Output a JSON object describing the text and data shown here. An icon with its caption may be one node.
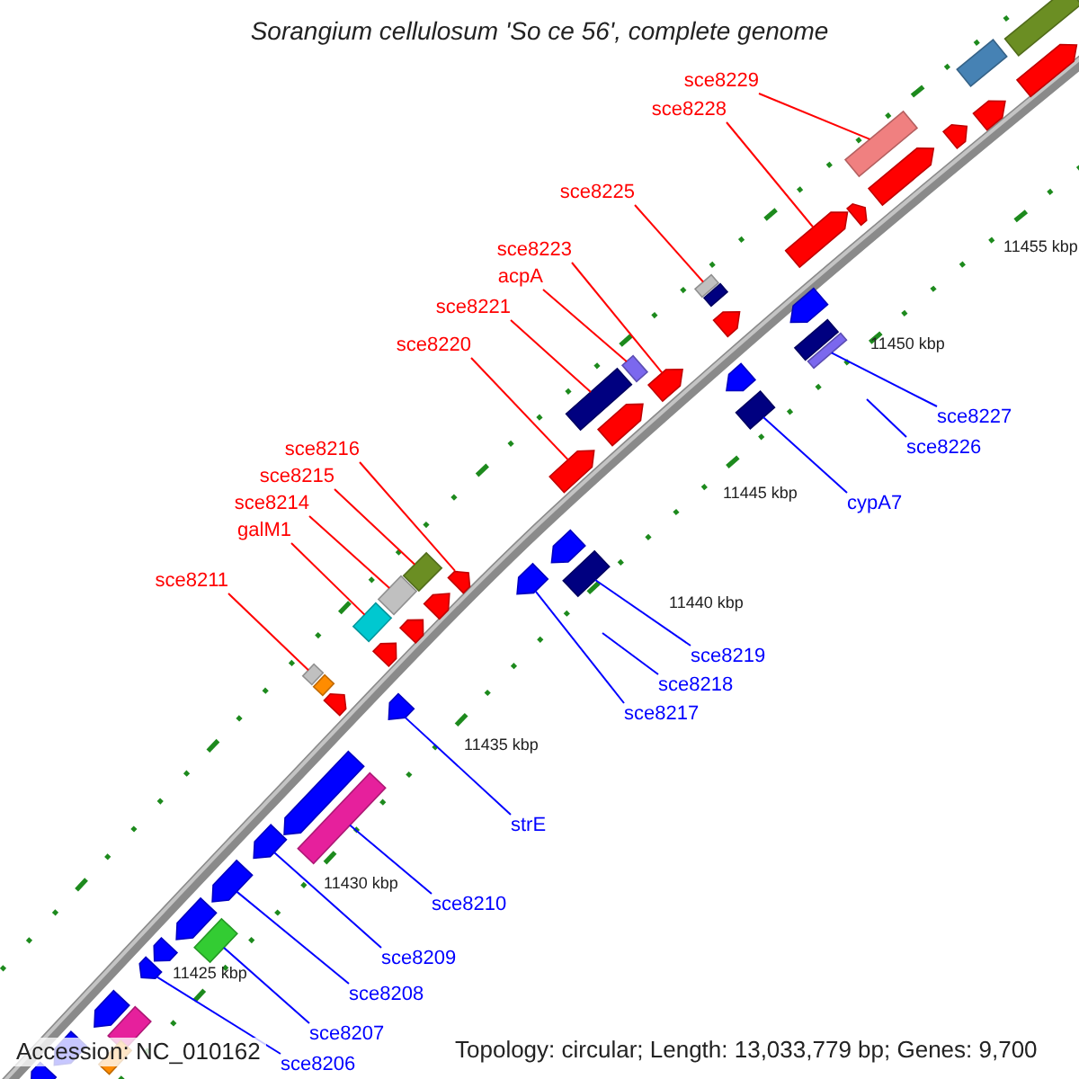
{
  "diagram": {
    "title": "Sorangium cellulosum 'So ce 56', complete genome",
    "nodes": [
      {
        "text": [
          "sce8229"
        ]
      },
      {
        "text": [
          "sce8228"
        ]
      },
      {
        "text": [
          "sce8225"
        ]
      },
      {
        "text": [
          "sce8223"
        ]
      },
      {
        "text": [
          "acpA"
        ]
      },
      {
        "text": [
          "sce8221"
        ]
      },
      {
        "text": [
          "sce8220"
        ]
      },
      {
        "text": [
          "sce8227"
        ]
      },
      {
        "text": [
          "sce8226"
        ]
      },
      {
        "text": [
          "sce8216"
        ]
      },
      {
        "text": [
          "sce8215"
        ]
      },
      {
        "text": [
          "cypA7"
        ]
      },
      {
        "text": [
          "sce8214"
        ]
      },
      {
        "text": [
          "galM1"
        ]
      },
      {
        "text": [
          "sce8211"
        ]
      },
      {
        "text": [
          "sce8219"
        ]
      },
      {
        "text": [
          "sce8218"
        ]
      },
      {
        "text": [
          "sce8217"
        ]
      },
      {
        "text": [
          "strE"
        ]
      },
      {
        "text": [
          "sce8210"
        ]
      },
      {
        "text": [
          "sce8209"
        ]
      },
      {
        "text": [
          "sce8208"
        ]
      },
      {
        "text": [
          "sce8207"
        ]
      },
      {
        "text": [
          "sce8206"
        ]
      },
      {
        "text": [],
        "shape": "box"
      },
      {
        "text": [],
        "shape": "pentagon"
      },
      {
        "text": [],
        "shape": "box"
      },
      {
        "text": [],
        "shape": "pentagon"
      },
      {
        "text": [],
        "shape": "pentagon"
      },
      {
        "text": [],
        "shape": "box"
      },
      {
        "text": [],
        "shape": "pentagon"
      },
      {
        "text": [],
        "shape": "pentagon"
      },
      {
        "text": [],
        "shape": "pentagon"
      },
      {
        "text": [],
        "shape": "box"
      },
      {
        "text": [],
        "shape": "box"
      },
      {
        "text": [],
        "shape": "pentagon"
      },
      {
        "text": [],
        "shape": "box"
      },
      {
        "text": [],
        "shape": "box"
      },
      {
        "text": [],
        "shape": "pentagon"
      },
      {
        "text": [],
        "shape": "pentagon"
      },
      {
        "text": [],
        "shape": "pentagon"
      },
      {
        "text": [],
        "shape": "box"
      },
      {
        "text": [],
        "shape": "pentagon"
      },
      {
        "text": [],
        "shape": "box"
      },
      {
        "text": [],
        "shape": "pentagon"
      },
      {
        "text": [],
        "shape": "box"
      },
      {
        "text": [],
        "shape": "pentagon"
      },
      {
        "text": [],
        "shape": "pentagon"
      },
      {
        "text": [],
        "shape": "box"
      },
      {
        "text": [],
        "shape": "box"
      },
      {
        "text": [],
        "shape": "pentagon"
      },
      {
        "text": [],
        "shape": "pentagon"
      },
      {
        "text": [],
        "shape": "box"
      },
      {
        "text": [],
        "shape": "box"
      },
      {
        "text": [],
        "shape": "pentagon"
      },
      {
        "text": [],
        "shape": "box"
      },
      {
        "text": [],
        "shape": "pentagon"
      },
      {
        "text": [],
        "shape": "pentagon"
      },
      {
        "text": [],
        "shape": "box"
      },
      {
        "text": [],
        "shape": "pentagon"
      },
      {
        "text": [],
        "shape": "pentagon"
      },
      {
        "text": [],
        "shape": "box"
      },
      {
        "text": [],
        "shape": "pentagon"
      },
      {
        "text": [],
        "shape": "pentagon"
      },
      {
        "text": [],
        "shape": "pentagon"
      },
      {
        "text": [],
        "shape": "pentagon"
      },
      {
        "text": [],
        "shape": "pentagon"
      },
      {
        "text": [],
        "shape": "box"
      },
      {
        "text": [],
        "shape": "pentagon"
      },
      {
        "text": [],
        "shape": "box"
      },
      {
        "text": [],
        "shape": "pentagon"
      },
      {
        "text": [],
        "shape": "box"
      },
      {
        "text": [],
        "shape": "pentagon"
      }
    ],
    "edges": [
      {
        "from": 0,
        "to": 29,
        "arrow": "none",
        "color": "#ff0000"
      },
      {
        "from": 1,
        "to": 32,
        "arrow": "none",
        "color": "#ff0000"
      },
      {
        "from": 2,
        "to": 33,
        "arrow": "none",
        "color": "#ff0000"
      },
      {
        "from": 3,
        "to": 38,
        "arrow": "none",
        "color": "#ff0000"
      },
      {
        "from": 4,
        "to": 37,
        "arrow": "none",
        "color": "#ff0000"
      },
      {
        "from": 5,
        "to": 36,
        "arrow": "none",
        "color": "#ff0000"
      },
      {
        "from": 6,
        "to": 40,
        "arrow": "none",
        "color": "#ff0000"
      },
      {
        "from": 7,
        "to": 53,
        "arrow": "none",
        "color": "#0000ff"
      },
      {
        "from": 8,
        "to": null,
        "arrow": "none",
        "color": "#0000ff"
      },
      {
        "from": 9,
        "to": 42,
        "arrow": "none",
        "color": "#ff0000"
      },
      {
        "from": 10,
        "to": 41,
        "arrow": "none",
        "color": "#ff0000"
      },
      {
        "from": 11,
        "to": 55,
        "arrow": "none",
        "color": "#0000ff"
      },
      {
        "from": 12,
        "to": 43,
        "arrow": "none",
        "color": "#ff0000"
      },
      {
        "from": 13,
        "to": 45,
        "arrow": "none",
        "color": "#ff0000"
      },
      {
        "from": 14,
        "to": 48,
        "arrow": "none",
        "color": "#ff0000"
      },
      {
        "from": 15,
        "to": 58,
        "arrow": "none",
        "color": "#0000ff"
      },
      {
        "from": 16,
        "to": null,
        "arrow": "none",
        "color": "#0000ff"
      },
      {
        "from": 17,
        "to": 56,
        "arrow": "none",
        "color": "#0000ff"
      },
      {
        "from": 18,
        "to": 59,
        "arrow": "none",
        "color": "#0000ff"
      },
      {
        "from": 19,
        "to": 61,
        "arrow": "none",
        "color": "#0000ff"
      },
      {
        "from": 20,
        "to": 62,
        "arrow": "none",
        "color": "#0000ff"
      },
      {
        "from": 21,
        "to": 63,
        "arrow": "none",
        "color": "#0000ff"
      },
      {
        "from": 22,
        "to": 67,
        "arrow": "none",
        "color": "#0000ff"
      },
      {
        "from": 23,
        "to": 66,
        "arrow": "none",
        "color": "#0000ff"
      }
    ],
    "labels": [
      "11455 kbp",
      "11450 kbp",
      "11445 kbp",
      "11440 kbp",
      "11435 kbp",
      "11430 kbp",
      "11425 kbp",
      "Accession: NC_010162",
      "Topology: circular; Length: 13,033,779 bp; Genes: 9,700"
    ]
  }
}
